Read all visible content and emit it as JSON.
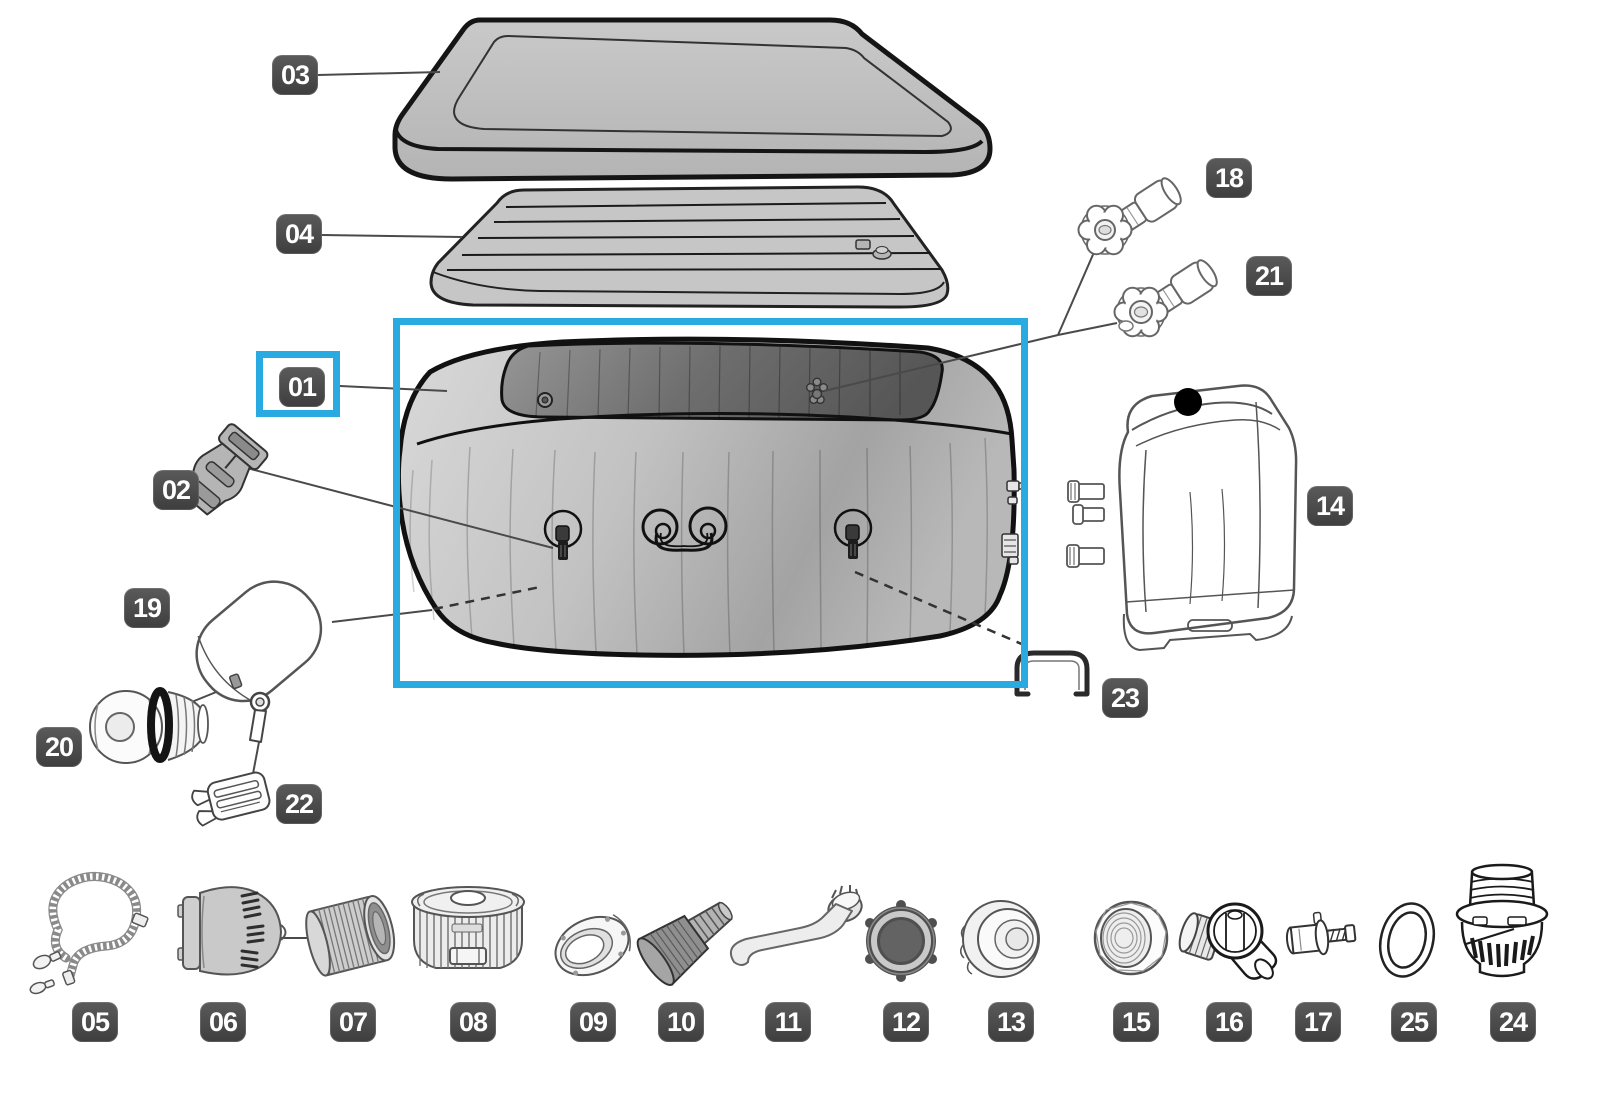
{
  "colors": {
    "highlight_blue": "#29abe2",
    "badge_background": "#4b4b4b",
    "badge_text": "#ffffff",
    "line_art": "#111111",
    "part_fill_gray": "#c2c2c2"
  },
  "selected_part": "01",
  "part_labels": {
    "p01": "01",
    "p02": "02",
    "p03": "03",
    "p04": "04",
    "p05": "05",
    "p06": "06",
    "p07": "07",
    "p08": "08",
    "p09": "09",
    "p10": "10",
    "p11": "11",
    "p12": "12",
    "p13": "13",
    "p14": "14",
    "p15": "15",
    "p16": "16",
    "p17": "17",
    "p18": "18",
    "p19": "19",
    "p20": "20",
    "p21": "21",
    "p22": "22",
    "p23": "23",
    "p24": "24",
    "p25": "25"
  }
}
